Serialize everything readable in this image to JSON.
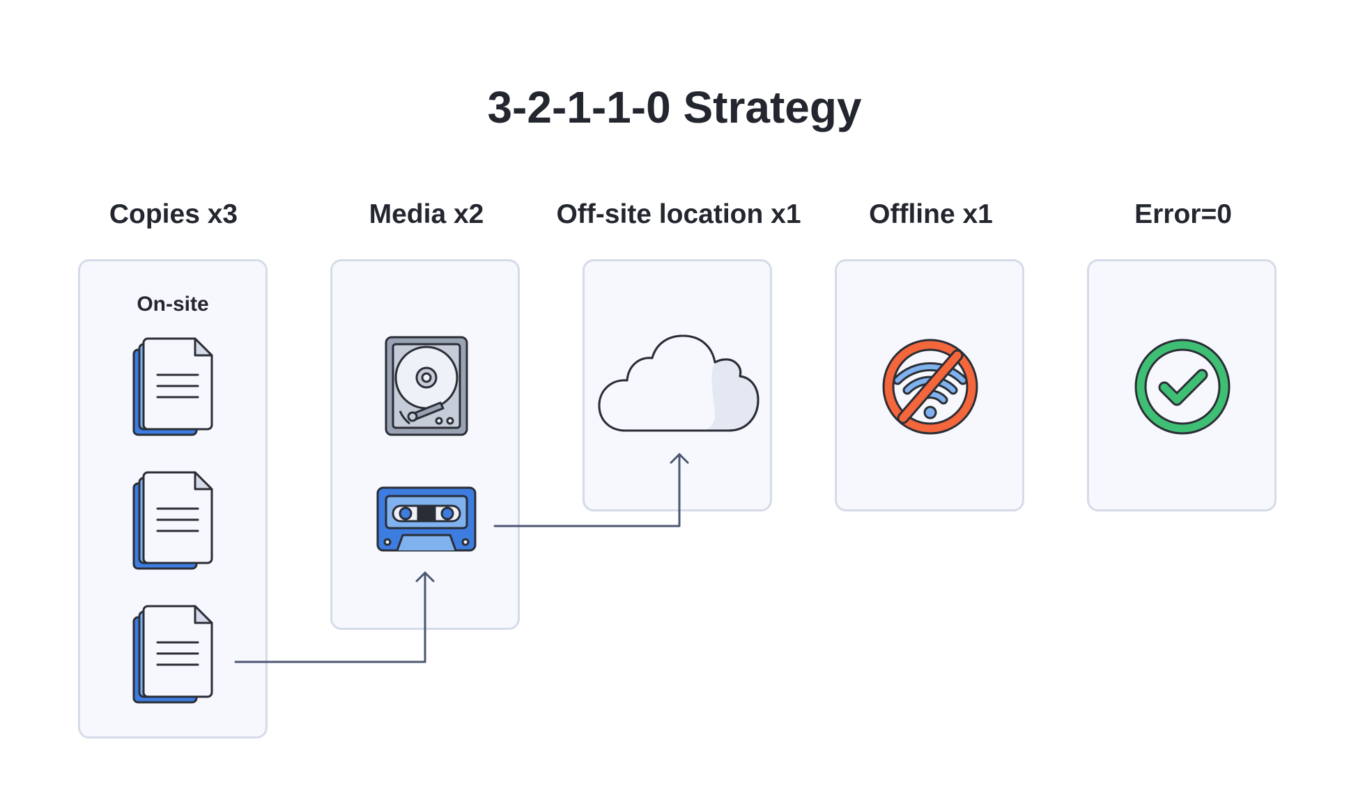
{
  "title": "3-2-1-1-0 Strategy",
  "columns": [
    {
      "label": "Copies x3",
      "sublabel": "On-site",
      "icons": [
        "document-stack-icon",
        "document-stack-icon",
        "document-stack-icon"
      ]
    },
    {
      "label": "Media x2",
      "icons": [
        "hard-drive-icon",
        "cassette-tape-icon"
      ]
    },
    {
      "label": "Off-site location x1",
      "icons": [
        "cloud-icon"
      ]
    },
    {
      "label": "Offline x1",
      "icons": [
        "no-wifi-icon"
      ]
    },
    {
      "label": "Error=0",
      "icons": [
        "checkmark-icon"
      ]
    }
  ],
  "colors": {
    "panel_bg": "#f6f8fd",
    "panel_border": "#d5dbe8",
    "outline": "#2a2d35",
    "blue": "#3d7de0",
    "light_blue": "#7fb2ee",
    "orange": "#f4663b",
    "green": "#3fbf74",
    "connector": "#4b5672"
  }
}
